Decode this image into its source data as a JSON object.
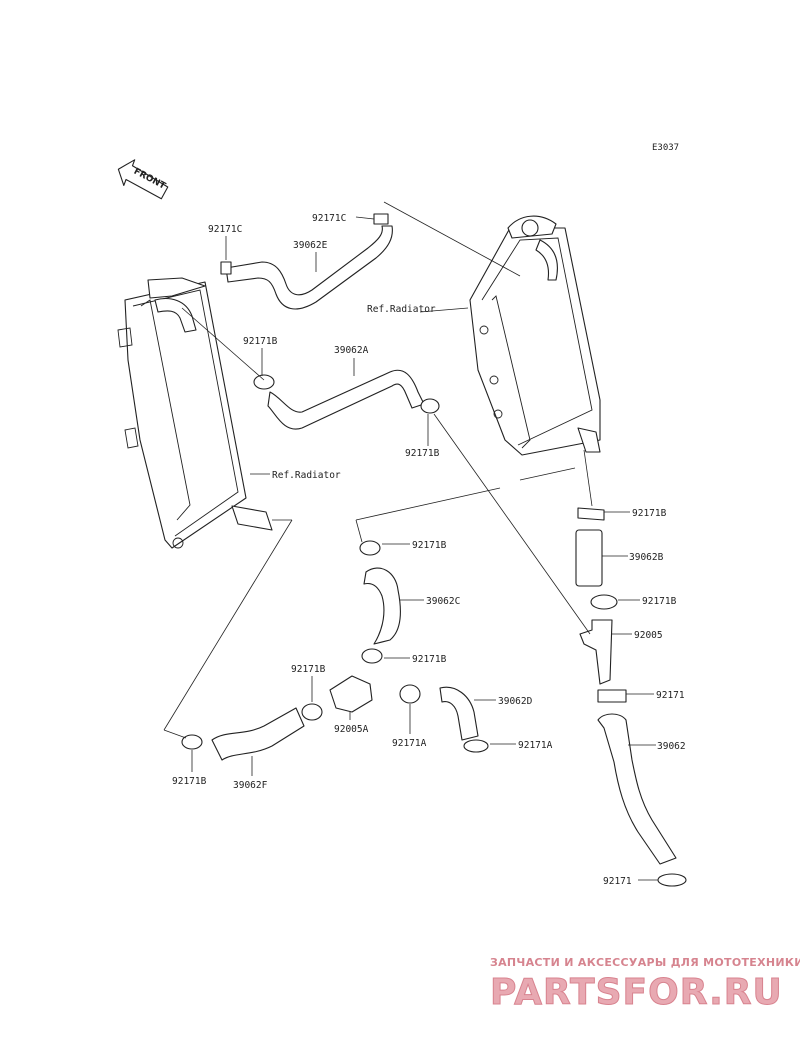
{
  "diagram": {
    "code": "E3037",
    "front_label": "FRONT",
    "ref_radiator_right": "Ref.Radiator",
    "ref_radiator_left": "Ref.Radiator",
    "parts": {
      "p92171C_left": "92171C",
      "p39062E": "39062E",
      "p92171C_top": "92171C",
      "p92171B_a": "92171B",
      "p39062A": "39062A",
      "p92171B_b": "92171B",
      "p92171B_right1": "92171B",
      "p39062B": "39062B",
      "p92171B_right2": "92171B",
      "p92005": "92005",
      "p92171_mid": "92171",
      "p39062": "39062",
      "p92171_bottom": "92171",
      "p92171B_c": "92171B",
      "p39062C": "39062C",
      "p92171B_d": "92171B",
      "p92171B_e": "92171B",
      "p92005A": "92005A",
      "p92171A_a": "92171A",
      "p39062D": "39062D",
      "p92171A_b": "92171A",
      "p92171B_f": "92171B",
      "p39062F": "39062F"
    }
  },
  "watermark": {
    "tagline": "ЗАПЧАСТИ И АКСЕССУАРЫ ДЛЯ МОТОТЕХНИКИ",
    "brand": "PARTSFOR.RU"
  }
}
